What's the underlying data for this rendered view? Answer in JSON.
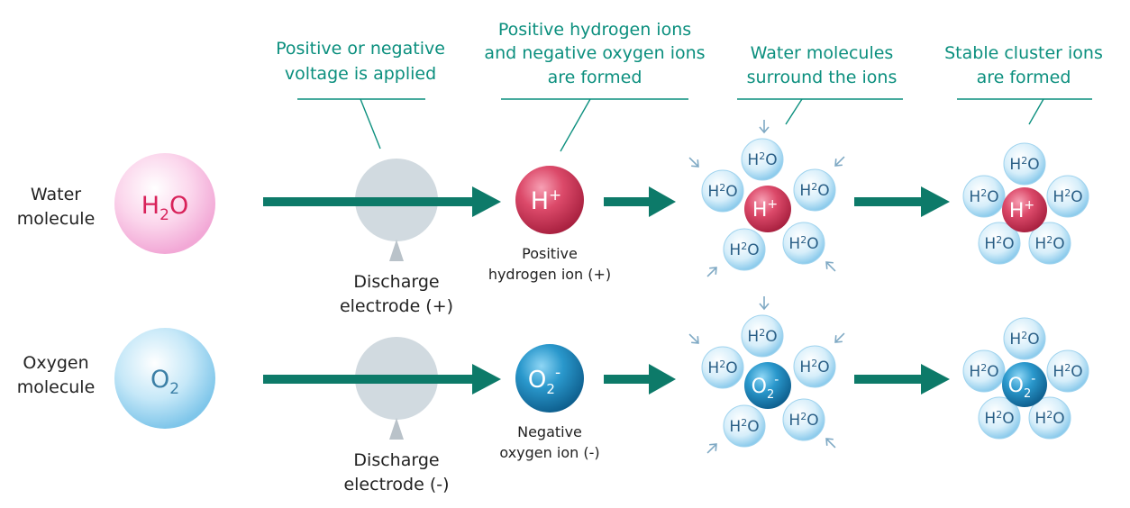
{
  "headers": {
    "step1": [
      "Positive or negative",
      "voltage is applied"
    ],
    "step2": [
      "Positive hydrogen ions",
      "and negative oxygen ions",
      "are formed"
    ],
    "step3": [
      "Water molecules",
      "surround the ions"
    ],
    "step4": [
      "Stable cluster ions",
      "are formed"
    ]
  },
  "rows": {
    "water": {
      "label": [
        "Water",
        "molecule"
      ],
      "molecule_text": "H",
      "molecule_sub": "2",
      "molecule_tail": "O",
      "electrode_label": [
        "Discharge",
        "electrode (+)"
      ],
      "ion_text": "H",
      "ion_sup": "+",
      "ion_label": [
        "Positive",
        "hydrogen ion (+)"
      ]
    },
    "oxygen": {
      "label": [
        "Oxygen",
        "molecule"
      ],
      "molecule_text": "O",
      "molecule_sub": "2",
      "electrode_label": [
        "Discharge",
        "electrode (-)"
      ],
      "ion_text": "O",
      "ion_sub": "2",
      "ion_sup": "-",
      "ion_label": [
        "Negative",
        "oxygen ion (-)"
      ]
    }
  },
  "water_bubble": {
    "text": "H",
    "sup": "2",
    "tail": "O"
  },
  "colors": {
    "accent": "#0b8f7e",
    "arrow": "#0d7a69",
    "water_pink": "#f7b8de",
    "ion_red": "#d2385a",
    "oxygen_blue": "#8fd0ee",
    "ion_blue": "#1f8cc4",
    "electrode": "#c9d3da"
  }
}
